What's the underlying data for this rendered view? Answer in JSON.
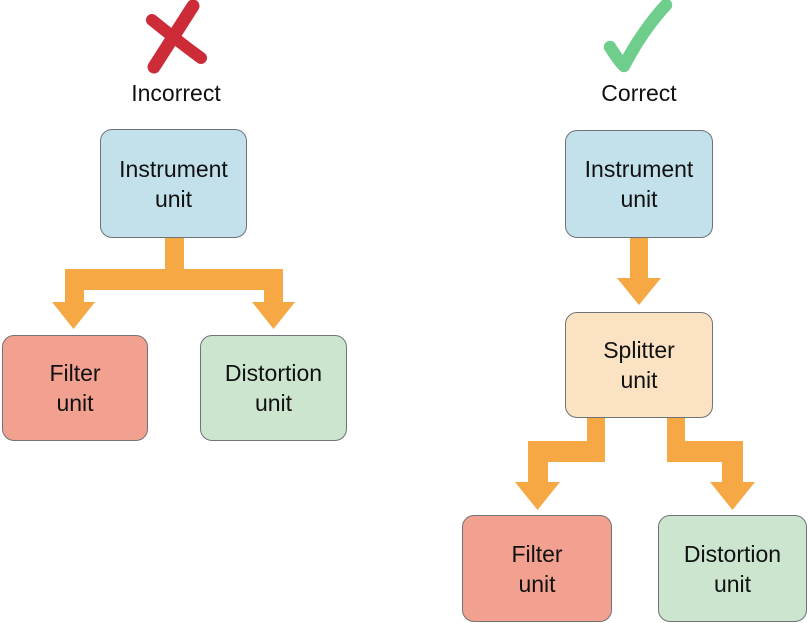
{
  "palette": {
    "arrow": "#F5A843",
    "instrument_fill": "#C3E1EA",
    "splitter_fill": "#FBE2C3",
    "filter_fill": "#F2A190",
    "distortion_fill": "#CBE5CE",
    "node_border": "#707275",
    "incorrect_mark": "#CE2B39",
    "correct_mark": "#70CE8C",
    "text": "#111111"
  },
  "left_diagram": {
    "heading": "Incorrect",
    "mark": "x-mark",
    "nodes": {
      "instrument": {
        "lines": [
          "Instrument",
          "unit"
        ]
      },
      "filter": {
        "lines": [
          "Filter",
          "unit"
        ]
      },
      "distortion": {
        "lines": [
          "Distortion",
          "unit"
        ]
      }
    }
  },
  "right_diagram": {
    "heading": "Correct",
    "mark": "check-mark",
    "nodes": {
      "instrument": {
        "lines": [
          "Instrument",
          "unit"
        ]
      },
      "splitter": {
        "lines": [
          "Splitter",
          "unit"
        ]
      },
      "filter": {
        "lines": [
          "Filter",
          "unit"
        ]
      },
      "distortion": {
        "lines": [
          "Distortion",
          "unit"
        ]
      }
    }
  }
}
